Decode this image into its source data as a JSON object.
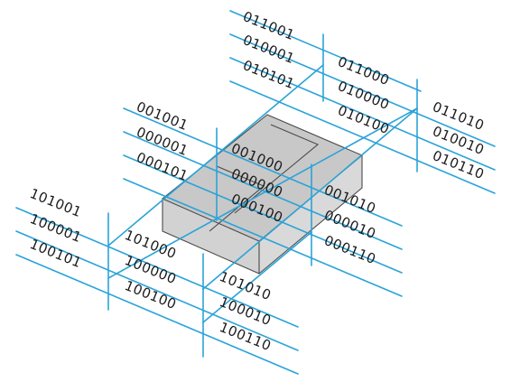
{
  "colors": {
    "grid": "#2aa3d8",
    "text": "#1a1a1a",
    "box_fill": "#c8c8c8",
    "box_edge": "#4a4a4a"
  },
  "cells": {
    "top_block": [
      "011001",
      "010001",
      "010101"
    ],
    "upper_right_block": [
      "011000",
      "010000",
      "010100"
    ],
    "far_right_block": [
      "011010",
      "010010",
      "010110"
    ],
    "left_upper_block": [
      "001001",
      "000001",
      "000101"
    ],
    "center_block": [
      "001000",
      "000000",
      "000100"
    ],
    "center_right_block": [
      "001010",
      "000010",
      "000110"
    ],
    "far_left_block": [
      "101001",
      "100001",
      "100101"
    ],
    "lower_left_block": [
      "101000",
      "100000",
      "100100"
    ],
    "lower_right_block": [
      "101010",
      "100010",
      "100110"
    ]
  }
}
